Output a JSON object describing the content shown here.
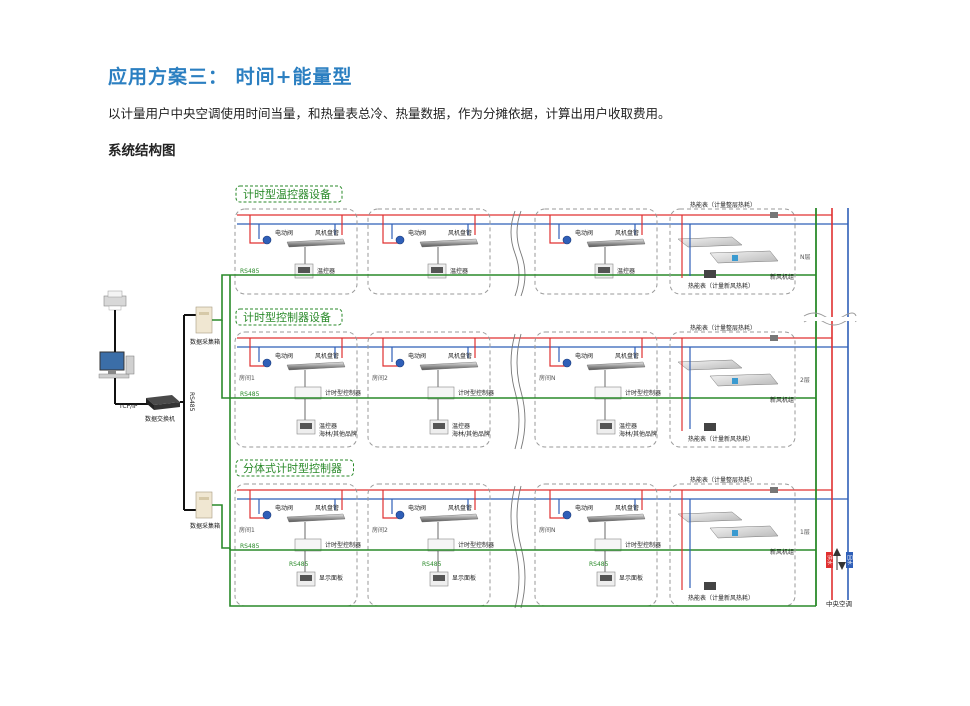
{
  "heading": {
    "title": "应用方案三： 时间+能量型",
    "description": "以计量用户中央空调使用时间当量，和热量表总冷、热量数据，作为分摊依据，计算出用户收取费用。",
    "section": "系统结构图"
  },
  "diagram": {
    "groups": [
      {
        "title": "计时型温控器设备",
        "floor": "N层",
        "rooms": [
          "",
          "",
          ""
        ],
        "controller": "",
        "panel": "温控器",
        "panel2": ""
      },
      {
        "title": "计时型控制器设备",
        "floor": "2层",
        "rooms": [
          "房间1",
          "房间2",
          "房间N"
        ],
        "controller": "计时型控制器",
        "panel": "温控器",
        "panel2": "海林/其他品牌"
      },
      {
        "title": "分体式计时型控制器",
        "floor": "1层",
        "rooms": [
          "房间1",
          "房间2",
          "房间N"
        ],
        "controller": "计时型控制器",
        "panel": "显示面板",
        "panel2": ""
      }
    ],
    "labels": {
      "valve": "电动阀",
      "fancoil": "风机盘管",
      "rs485": "RS485",
      "heat_meter_top": "热能表（计量整层热耗）",
      "heat_meter_bottom": "热能表（计量新风热耗）",
      "fresh_air": "新风机组",
      "collector": "数据采集箱",
      "switch": "数据交换机",
      "tcpip": "TCP/IP",
      "central_ac": "中央空调",
      "supply": "供水",
      "return": "回水",
      "rs485_vertical": "RS485"
    },
    "colors": {
      "supply": "#e03030",
      "return": "#2f5fb8",
      "bus": "#2a8a2a",
      "dash": "#9a9a9a",
      "title": "#2b7fc1"
    }
  }
}
